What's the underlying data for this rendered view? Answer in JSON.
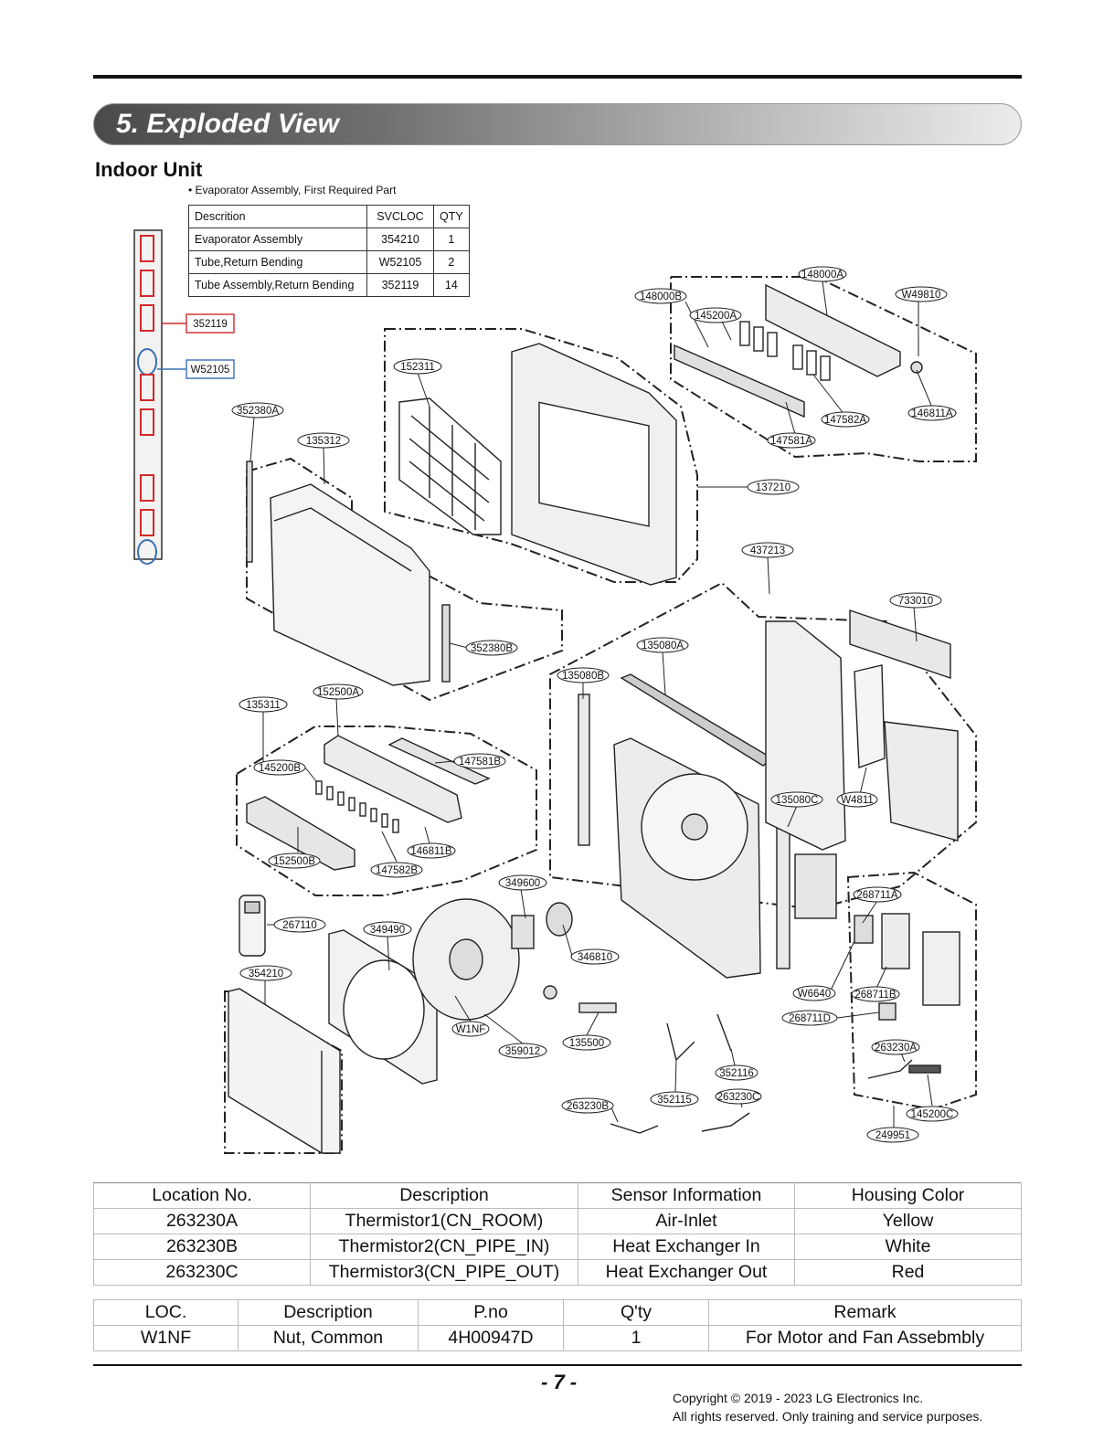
{
  "header": {
    "section_title": "5. Exploded View",
    "subtitle": "Indoor Unit"
  },
  "required_part": {
    "note": "• Evaporator Assembly, First Required Part",
    "headers": [
      "Descrition",
      "SVCLOC",
      "QTY"
    ],
    "rows": [
      [
        "Evaporator Assembly",
        "354210",
        "1"
      ],
      [
        "Tube,Return Bending",
        "W52105",
        "2"
      ],
      [
        "Tube Assembly,Return Bending",
        "352119",
        "14"
      ]
    ]
  },
  "diagram": {
    "callouts": {
      "c352119": "352119",
      "cW52105": "W52105",
      "c148000A": "148000A",
      "c148000B": "148000B",
      "cW49810": "W49810",
      "c145200A": "145200A",
      "c152311": "152311",
      "c147582A": "147582A",
      "c146811A": "146811A",
      "c147581A": "147581A",
      "c352380A": "352380A",
      "c135312": "135312",
      "c137210": "137210",
      "c437213": "437213",
      "c733010": "733010",
      "c352380B": "352380B",
      "c135080A": "135080A",
      "c135080B": "135080B",
      "c135311": "135311",
      "c152500A": "152500A",
      "c145200B": "145200B",
      "c147581B": "147581B",
      "c135080C": "135080C",
      "cW4811": "W4811",
      "c146811B": "146811B",
      "c152500B": "152500B",
      "c147582B": "147582B",
      "c349600": "349600",
      "c268711A": "268711A",
      "c267110": "267110",
      "c349490": "349490",
      "c346810": "346810",
      "c354210": "354210",
      "cW6640": "W6640",
      "c268711B": "268711B",
      "c268711D": "268711D",
      "cW1NF": "W1NF",
      "c359012": "359012",
      "c135500": "135500",
      "c263230A": "263230A",
      "c352116": "352116",
      "c352115": "352115",
      "c263230C": "263230C",
      "c263230B": "263230B",
      "c145200C": "145200C",
      "c249951": "249951"
    }
  },
  "sensor_table": {
    "headers": [
      "Location No.",
      "Description",
      "Sensor Information",
      "Housing Color"
    ],
    "rows": [
      [
        "263230A",
        "Thermistor1(CN_ROOM)",
        "Air-Inlet",
        "Yellow"
      ],
      [
        "263230B",
        "Thermistor2(CN_PIPE_IN)",
        "Heat Exchanger In",
        "White"
      ],
      [
        "263230C",
        "Thermistor3(CN_PIPE_OUT)",
        "Heat Exchanger Out",
        "Red"
      ]
    ]
  },
  "loc_table": {
    "headers": [
      "LOC.",
      "Description",
      "P.no",
      "Q'ty",
      "Remark"
    ],
    "rows": [
      [
        "W1NF",
        "Nut, Common",
        "4H00947D",
        "1",
        "For Motor and Fan Assebmbly"
      ]
    ]
  },
  "footer": {
    "page": "- 7 -",
    "copyright_1": "Copyright © 2019 - 2023 LG Electronics Inc.",
    "copyright_2": "All rights reserved. Only training and service purposes."
  },
  "colors": {
    "red_marker": "#d12b2b",
    "blue_marker": "#3a6fb5",
    "line": "#222222",
    "part_fill": "#e6e6e6"
  }
}
